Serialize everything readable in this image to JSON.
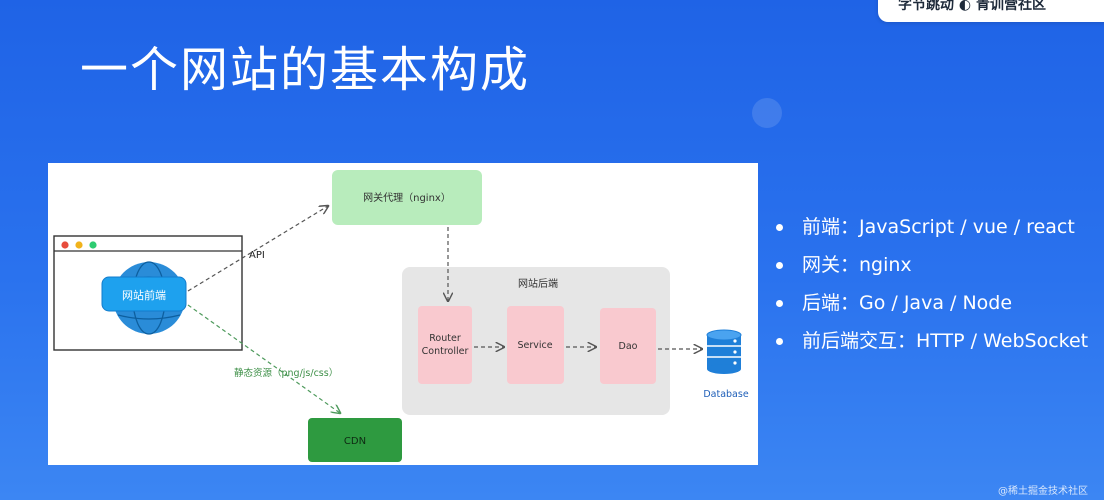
{
  "header": {
    "brand_text": "字节跳动 ◐ 青训营社区"
  },
  "slide": {
    "title": "一个网站的基本构成"
  },
  "diagram": {
    "frontend_label": "网站前端",
    "gateway_label": "网关代理（nginx）",
    "api_label": "API",
    "backend_group_label": "网站后端",
    "router_line1": "Router",
    "router_line2": "Controller",
    "service_label": "Service",
    "dao_label": "Dao",
    "database_label": "Database",
    "static_label": "静态资源（png/js/css）",
    "cdn_label": "CDN"
  },
  "bullets": [
    {
      "text": "前端：JavaScript / vue / react"
    },
    {
      "text": "网关：nginx"
    },
    {
      "text": "后端：Go / Java / Node"
    },
    {
      "text": "前后端交互：HTTP / WebSocket"
    }
  ],
  "footer": {
    "watermark": "@稀土掘金技术社区"
  },
  "colors": {
    "background": "#2a72ee",
    "gateway_fill": "#b8ecbc",
    "backend_box_fill": "#f9c9cf",
    "cdn_fill": "#2e9a40",
    "frontend_fill": "#1ea1ee",
    "database_fill": "#1f7fd8"
  }
}
